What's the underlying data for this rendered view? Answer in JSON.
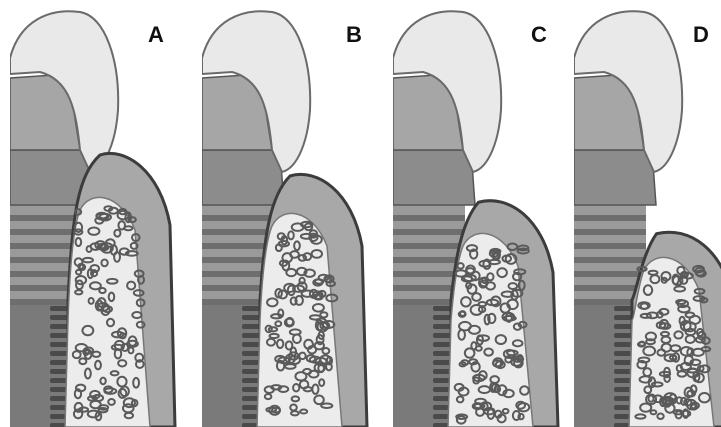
{
  "figure": {
    "panels": [
      {
        "label": "A",
        "bone_level": 0.0
      },
      {
        "label": "B",
        "bone_level": 0.2
      },
      {
        "label": "C",
        "bone_level": 0.45
      },
      {
        "label": "D",
        "bone_level": 0.75
      }
    ],
    "colors": {
      "crown": "#e9e9e9",
      "crown_outline": "#6a6a6a",
      "abutment": "#8c8c8c",
      "implant": "#7a7a7a",
      "implant_thread": "#4a4a4a",
      "gingiva": "#a8a8a8",
      "gingiva_outline": "#3c3c3c",
      "bone_fill": "#ececec",
      "bone_trabeculae": "#5a5a5a"
    }
  }
}
